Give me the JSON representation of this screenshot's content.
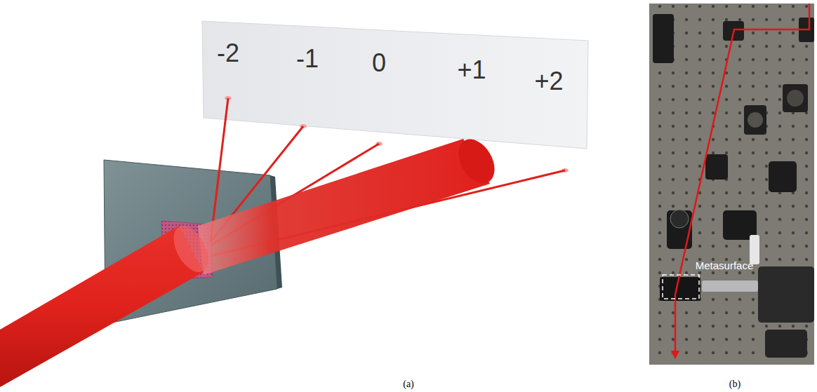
{
  "diagram": {
    "labels": [
      "-2",
      "-1",
      "0",
      "+1",
      "+2",
      "Metasurface",
      "(a)",
      "(b)"
    ]
  }
}
